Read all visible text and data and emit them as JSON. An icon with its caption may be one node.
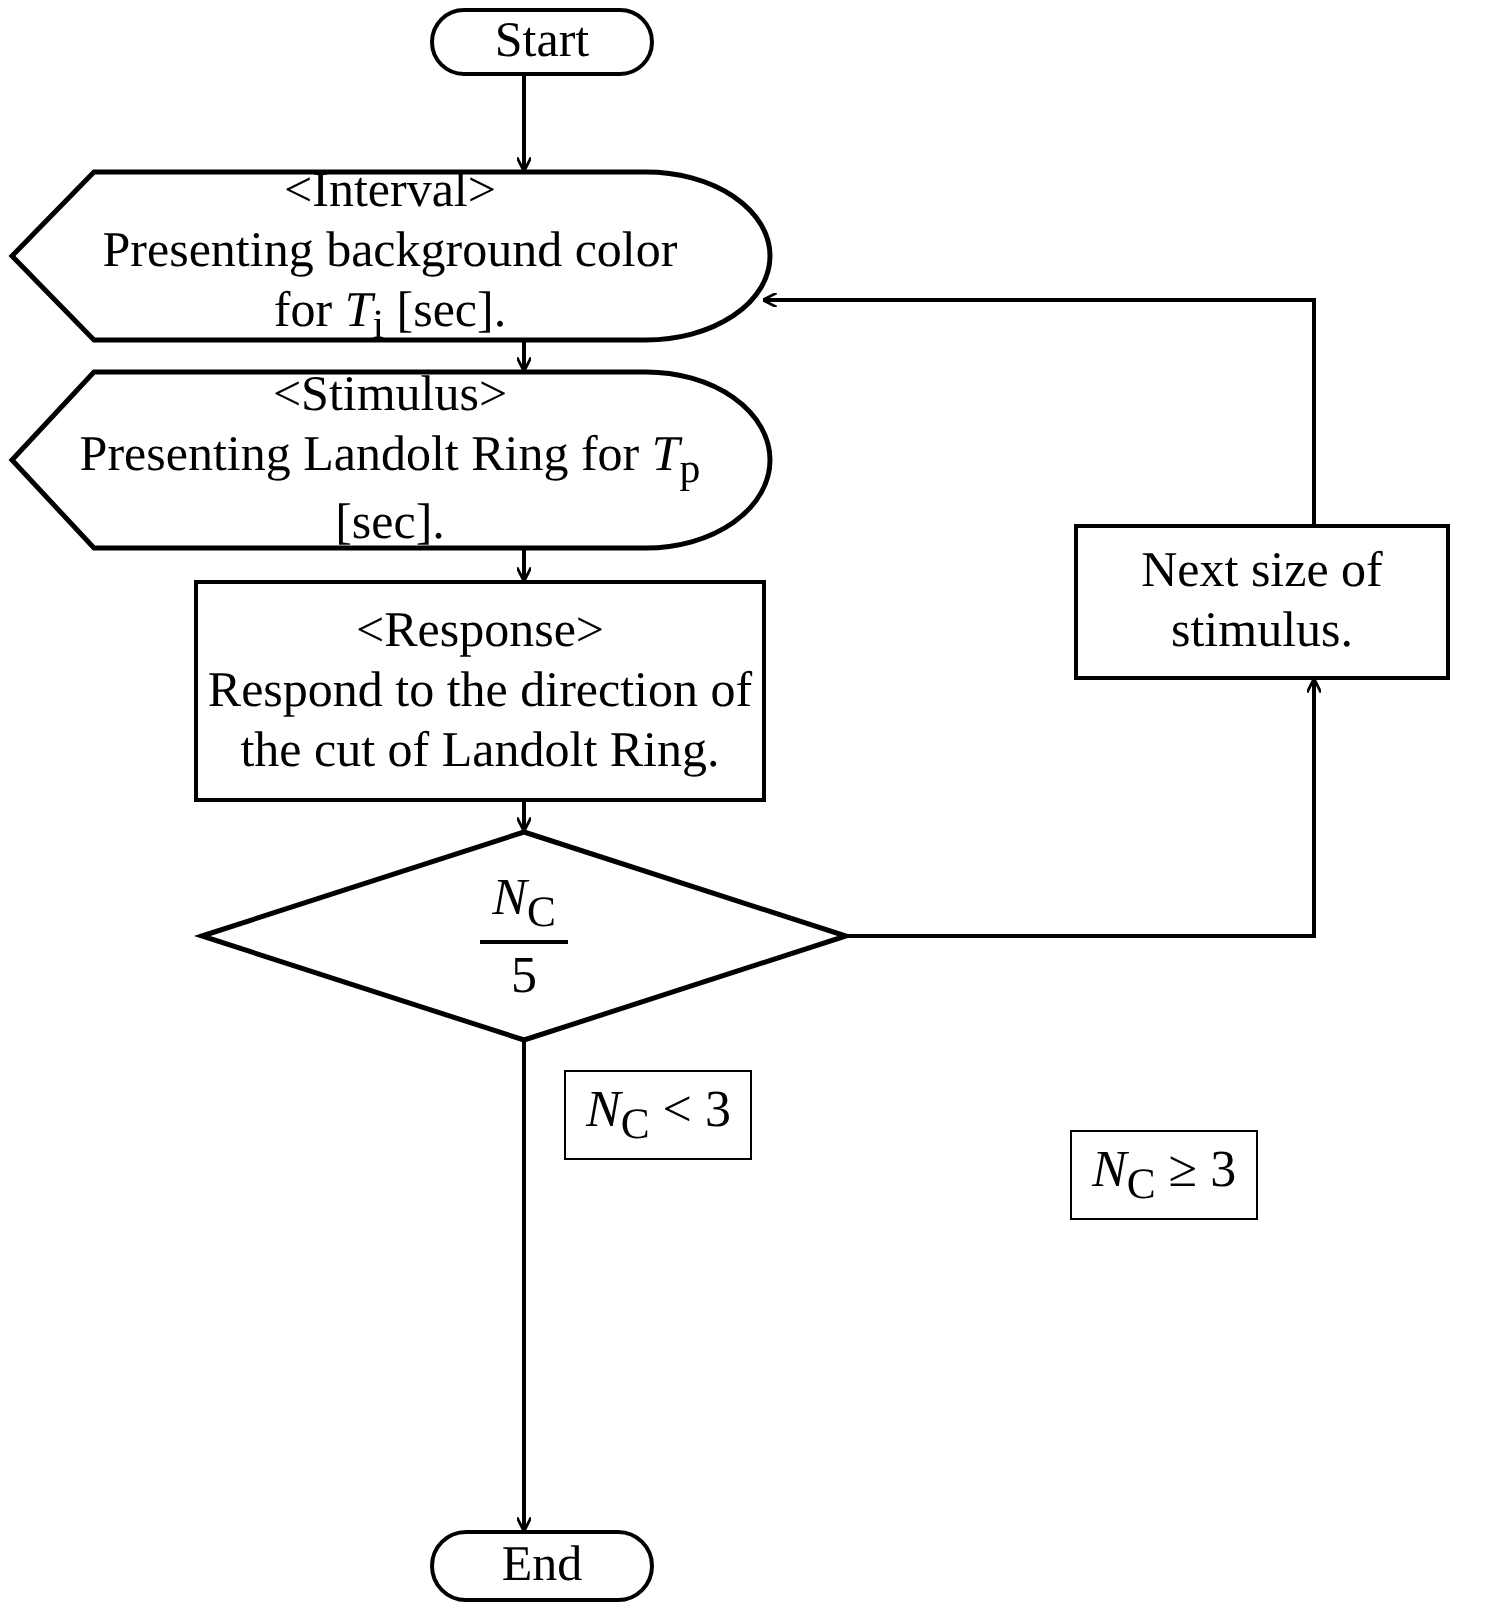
{
  "diagram": {
    "nodes": [
      {
        "text": [
          "Start"
        ]
      },
      {
        "text": [
          "<Interval>",
          "Presenting background color for *T*$_{i}$ [sec]."
        ]
      },
      {
        "text": [
          "<Stimulus>",
          "Presenting Landolt Ring for *T*$_{p}$ [sec]."
        ]
      },
      {
        "text": [
          "<Response>",
          "Respond to the direction of the cut of Landolt Ring."
        ]
      },
      {
        "text": [
          "*N*$_{C}$",
          "5"
        ]
      },
      {
        "text": [
          "End"
        ]
      },
      {
        "text": [
          "Next size of stimulus."
        ]
      }
    ],
    "edges": [
      {
        "from": 0,
        "to": 1,
        "arrow": "to"
      },
      {
        "from": 1,
        "to": 2,
        "arrow": "to"
      },
      {
        "from": 2,
        "to": 3,
        "arrow": "to"
      },
      {
        "from": 3,
        "to": 4,
        "arrow": "to"
      },
      {
        "from": 4,
        "to": 5,
        "arrow": "to",
        "label": "*N*$_{C}$ < 3"
      },
      {
        "from": 4,
        "to": 6,
        "arrow": "to",
        "label": "*N*$_{C}$ ≥ 3"
      },
      {
        "from": 6,
        "to": 1,
        "arrow": "to"
      }
    ]
  }
}
